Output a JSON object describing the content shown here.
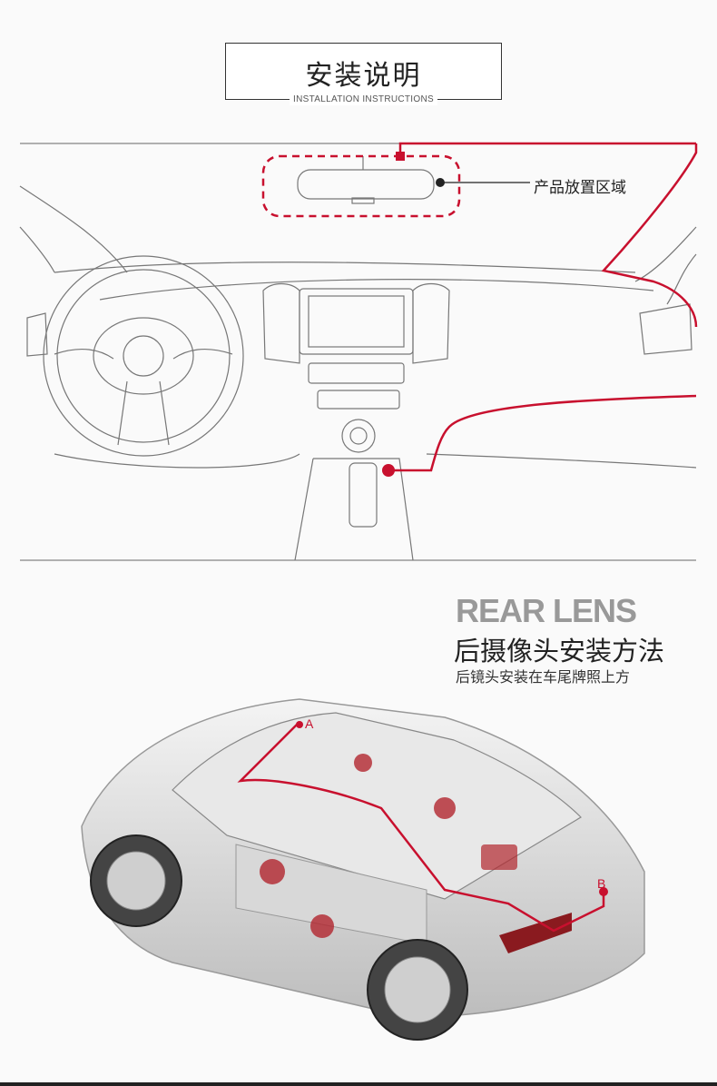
{
  "header": {
    "title": "安装说明",
    "subtitle": "INSTALLATION INSTRUCTIONS"
  },
  "dashboard": {
    "callout_label": "产品放置区域"
  },
  "rear_section": {
    "title": "REAR LENS",
    "heading": "后摄像头安装方法",
    "description": "后镜头安装在车尾牌照上方",
    "marker_a": "A",
    "marker_b": "B"
  },
  "colors": {
    "accent": "#c8102e",
    "line": "#555555"
  }
}
